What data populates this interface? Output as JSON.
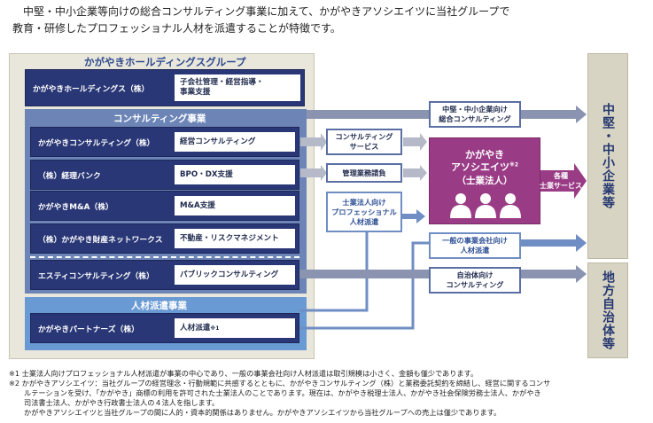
{
  "intro": {
    "line1": "中堅・中小企業等向けの総合コンサルティング事業に加えて、かがやきアソシエイツに当社グループで",
    "line2": "教育・研修したプロフェッショナル人材を派遣することが特徴です。"
  },
  "group": {
    "title": "かがやきホールディングスグループ",
    "holdings": {
      "name": "かがやきホールディングス（株）",
      "service": "子会社管理・経営指導・\n事業支援"
    },
    "consulting_section": "コンサルティング事業",
    "consulting_companies": [
      {
        "name": "かがやきコンサルティング（株）",
        "service": "経営コンサルティング"
      },
      {
        "name": "（株）経理バンク",
        "service": "BPO・DX支援"
      },
      {
        "name": "かがやきM&A（株）",
        "service": "M&A支援"
      },
      {
        "name": "（株）かがやき財産ネットワークス",
        "service": "不動産・リスクマネジメント"
      }
    ],
    "esty": {
      "name": "エスティコンサルティング（株）",
      "service": "パブリックコンサルティング"
    },
    "staffing_section": "人材派遣事業",
    "partners": {
      "name": "かがやきパートナーズ（株）",
      "service": "人材派遣",
      "note_mark": "※1"
    }
  },
  "middle": {
    "consulting_service": "コンサルティング\nサービス",
    "admin_contract": "管理業務請負",
    "staffing_to_firms": "士業法人向け\nプロフェッショナル\n人材派遣"
  },
  "kagayaki": {
    "name1": "かがやき",
    "name2": "アソシエイツ",
    "mark": "※2",
    "name3": "（士業法人）",
    "service": "各種\n士業サービス"
  },
  "right": {
    "general_consulting": "中堅・中小企業向け\n総合コンサルティング",
    "general_staffing": "一般の事業会社向け\n人材派遣",
    "local_gov_consulting": "自治体向け\nコンサルティング"
  },
  "targets": {
    "sme": "中堅・中小企業等",
    "local_gov": "地方自治体等"
  },
  "notes": [
    "※1 士業法人向けプロフェッショナル人材派遣が事業の中心であり、一般の事業会社向け人材派遣は取引規模は小さく、金額も僅少であります。",
    "※2 かがやきアソシエイツ：当社グループの経営理念・行動規範に共感するとともに、かがやきコンサルティング（株）と業務委託契約を締結し、経営に関するコンサ",
    "ルテーションを受け、「かがやき」商標の利用を許可された士業法人のことであります。現在は、かがやき税理士法人、かがやき社会保険労務士法人、かがやき",
    "司法書士法人、かがやき行政書士法人の４法人を指します。",
    "かがやきアソシエイツと当社グループの間に人的・資本的関係はありません。かがやきアソシエイツから当社グループへの売上は僅少であります。"
  ],
  "colors": {
    "navy": "#2a3776",
    "section_blue": "#6c85b6",
    "group_bg": "#e9e6db",
    "purple": "#9a3b86",
    "arrow_gray": "#8a93b0",
    "target_bg": "#d8d4c4"
  }
}
